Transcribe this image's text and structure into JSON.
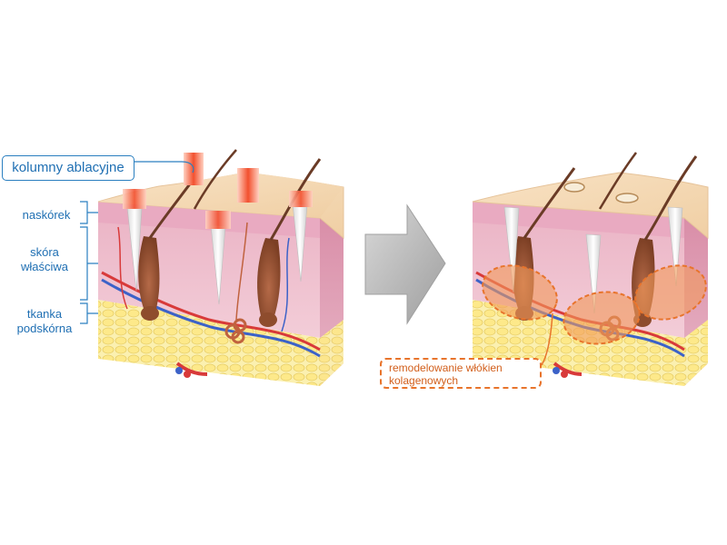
{
  "labels": {
    "ablative_columns": "kolumny ablacyjne",
    "epidermis": "naskórek",
    "dermis": "skóra właściwa",
    "subcutis_line1": "tkanka",
    "subcutis_line2": "podskórna",
    "remodeling": "remodelowanie włókien kolagenowych"
  },
  "colors": {
    "label_blue": "#1f6fb3",
    "highlight_orange": "#e8742c",
    "laser_red": "#f04a2a",
    "arrow_gray": "#b4b4b4"
  }
}
